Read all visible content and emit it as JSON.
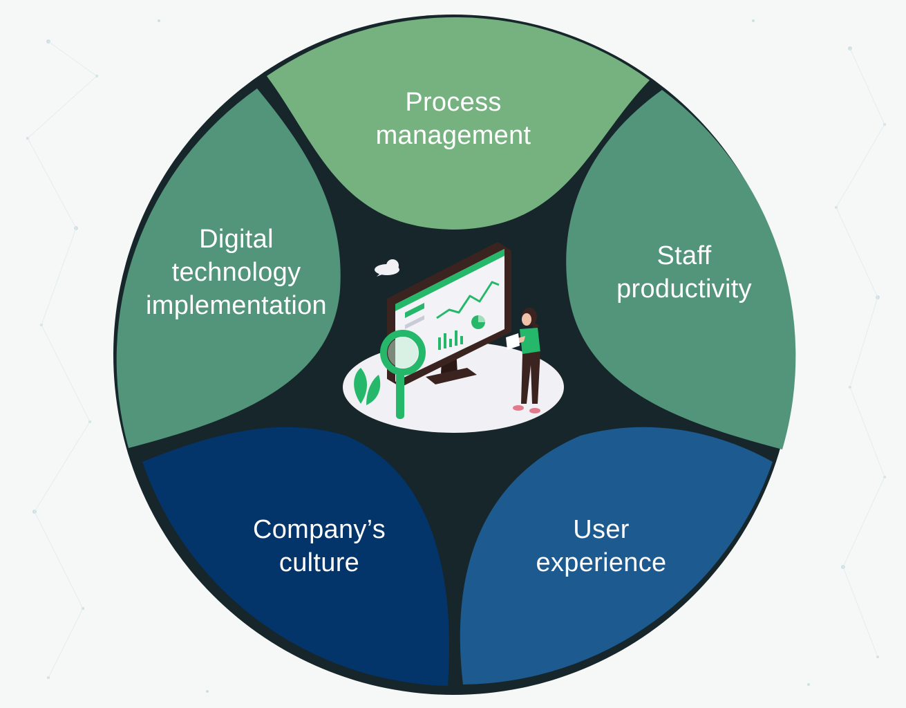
{
  "diagram": {
    "segments": [
      {
        "id": "process",
        "lines": [
          "Process",
          "management"
        ],
        "color": "#75b27f"
      },
      {
        "id": "staff",
        "lines": [
          "Staff",
          "productivity"
        ],
        "color": "#53957a"
      },
      {
        "id": "user",
        "lines": [
          "User",
          "experience"
        ],
        "color": "#1c5a90"
      },
      {
        "id": "culture",
        "lines": [
          "Company’s",
          "culture"
        ],
        "color": "#03346a"
      },
      {
        "id": "digital",
        "lines": [
          "Digital",
          "technology",
          "implementation"
        ],
        "color": "#53957a"
      }
    ],
    "colors": {
      "ring": "#16262a",
      "background": "#f6f8f8",
      "accent_green": "#26b86a",
      "monitor": "#3b2420",
      "platform": "#f1f0f5"
    },
    "illustration": {
      "icons": [
        "monitor-icon",
        "magnifier-icon",
        "person-icon",
        "plant-icon",
        "cloud-icon"
      ]
    }
  }
}
